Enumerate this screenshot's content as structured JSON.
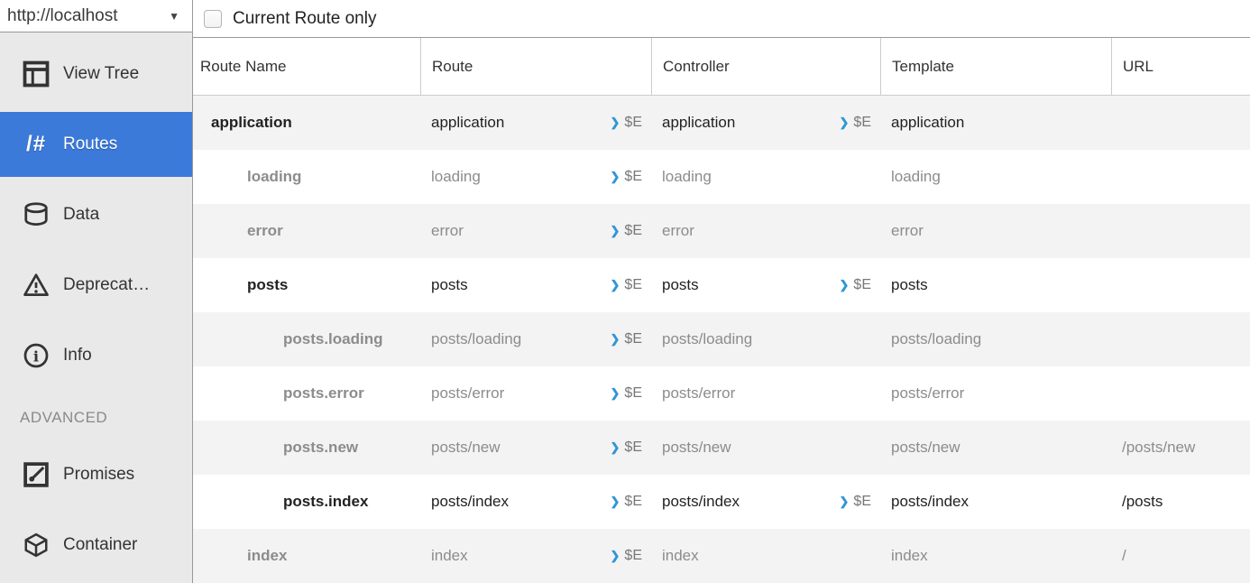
{
  "host_picker": {
    "label": "http://localhost",
    "caret_icon": "▼"
  },
  "toolbar": {
    "current_route_only_label": "Current Route only",
    "checkbox_checked": false
  },
  "sidebar": {
    "items": [
      {
        "label": "View Tree",
        "icon": "view-tree-icon",
        "active": false
      },
      {
        "label": "Routes",
        "icon": "routes-icon",
        "active": true
      },
      {
        "label": "Data",
        "icon": "data-icon",
        "active": false
      },
      {
        "label": "Deprecat…",
        "icon": "deprecations-icon",
        "active": false
      },
      {
        "label": "Info",
        "icon": "info-icon",
        "active": false
      },
      {
        "type": "section",
        "label": "ADVANCED"
      },
      {
        "label": "Promises",
        "icon": "promises-icon",
        "active": false
      },
      {
        "label": "Container",
        "icon": "container-icon",
        "active": false
      }
    ]
  },
  "table": {
    "columns": [
      "Route Name",
      "Route",
      "Controller",
      "Template",
      "URL"
    ],
    "send_to_console_label": "$E",
    "chevron_icon": "❯",
    "rows": [
      {
        "name": "application",
        "indent": 0,
        "active": true,
        "route": "application",
        "route_action": "$E",
        "controller": "application",
        "controller_action": "$E",
        "template": "application",
        "url": ""
      },
      {
        "name": "loading",
        "indent": 1,
        "active": false,
        "route": "loading",
        "route_action": "$E",
        "controller": "loading",
        "controller_action": "",
        "template": "loading",
        "url": ""
      },
      {
        "name": "error",
        "indent": 1,
        "active": false,
        "route": "error",
        "route_action": "$E",
        "controller": "error",
        "controller_action": "",
        "template": "error",
        "url": ""
      },
      {
        "name": "posts",
        "indent": 1,
        "active": true,
        "route": "posts",
        "route_action": "$E",
        "controller": "posts",
        "controller_action": "$E",
        "template": "posts",
        "url": ""
      },
      {
        "name": "posts.loading",
        "indent": 2,
        "active": false,
        "route": "posts/loading",
        "route_action": "$E",
        "controller": "posts/loading",
        "controller_action": "",
        "template": "posts/loading",
        "url": ""
      },
      {
        "name": "posts.error",
        "indent": 2,
        "active": false,
        "route": "posts/error",
        "route_action": "$E",
        "controller": "posts/error",
        "controller_action": "",
        "template": "posts/error",
        "url": ""
      },
      {
        "name": "posts.new",
        "indent": 2,
        "active": false,
        "route": "posts/new",
        "route_action": "$E",
        "controller": "posts/new",
        "controller_action": "",
        "template": "posts/new",
        "url": "/posts/new"
      },
      {
        "name": "posts.index",
        "indent": 2,
        "active": true,
        "route": "posts/index",
        "route_action": "$E",
        "controller": "posts/index",
        "controller_action": "$E",
        "template": "posts/index",
        "url": "/posts"
      },
      {
        "name": "index",
        "indent": 1,
        "active": false,
        "route": "index",
        "route_action": "$E",
        "controller": "index",
        "controller_action": "",
        "template": "index",
        "url": "/"
      }
    ]
  },
  "colors": {
    "selected_item_bg": "#3b7ad9",
    "chevron_blue": "#2f96d4",
    "active_text": "#222222",
    "inactive_text": "#8c8c8c",
    "alt_row_bg": "#f3f3f3",
    "sidebar_bg": "#e9e9e9",
    "strong_border": "#999999",
    "light_border": "#cccccc"
  }
}
